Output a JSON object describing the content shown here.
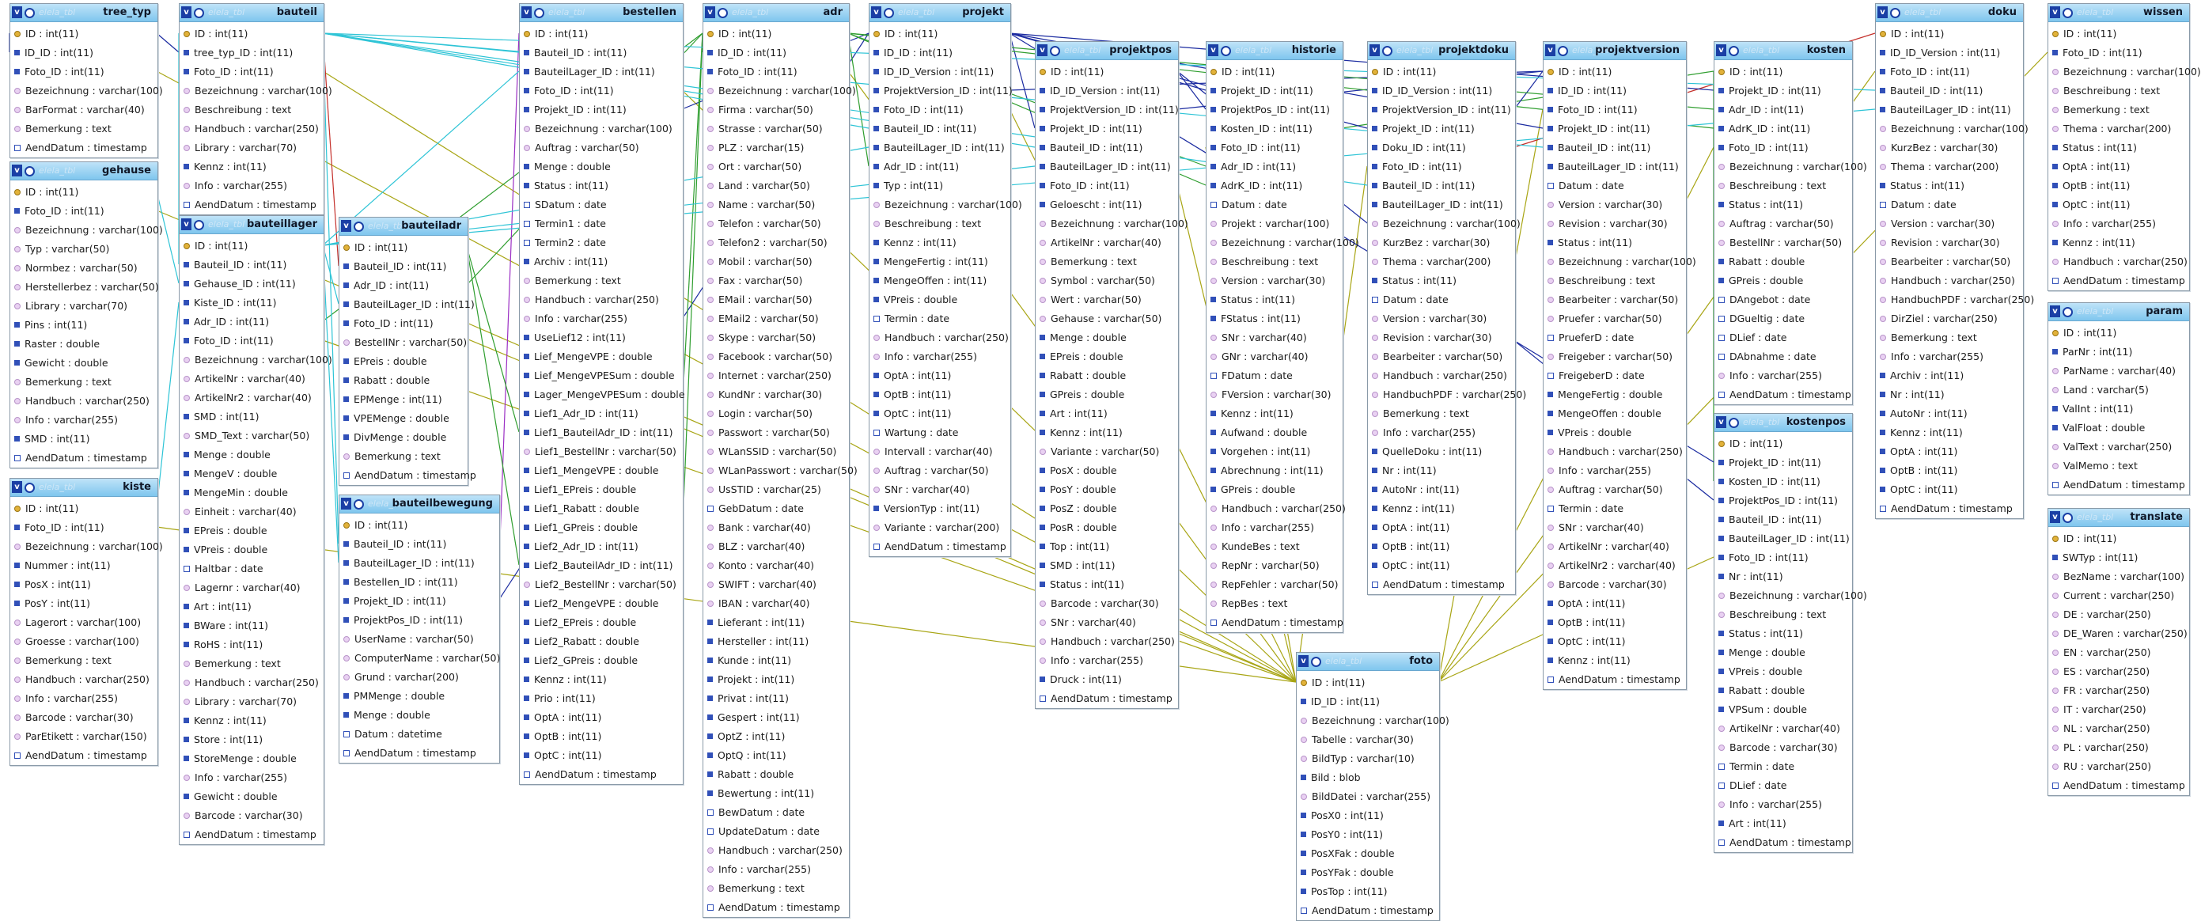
{
  "schema_prefix": "elela_tbl",
  "colors": {
    "header_top": "#bfe3f8",
    "header_bottom": "#7fc6ee",
    "int_marker": "#3150b8",
    "text_marker": "#e9d1f2",
    "pk_marker": "#e2b23a"
  },
  "tables": [
    {
      "name": "tree_typ",
      "rows": [
        "ID : int(11)",
        "ID_ID : int(11)",
        "Foto_ID : int(11)",
        "Bezeichnung : varchar(100)",
        "BarFormat : varchar(40)",
        "Bemerkung : text",
        "AendDatum : timestamp"
      ]
    },
    {
      "name": "gehause",
      "rows": [
        "ID : int(11)",
        "Foto_ID : int(11)",
        "Bezeichnung : varchar(100)",
        "Typ : varchar(50)",
        "Normbez : varchar(50)",
        "Herstellerbez : varchar(50)",
        "Library : varchar(70)",
        "Pins : int(11)",
        "Raster : double",
        "Gewicht : double",
        "Bemerkung : text",
        "Handbuch : varchar(250)",
        "Info : varchar(255)",
        "SMD : int(11)",
        "AendDatum : timestamp"
      ]
    },
    {
      "name": "kiste",
      "rows": [
        "ID : int(11)",
        "Foto_ID : int(11)",
        "Bezeichnung : varchar(100)",
        "Nummer : int(11)",
        "PosX : int(11)",
        "PosY : int(11)",
        "Lagerort : varchar(100)",
        "Groesse : varchar(100)",
        "Bemerkung : text",
        "Handbuch : varchar(250)",
        "Info : varchar(255)",
        "Barcode : varchar(30)",
        "ParEtikett : varchar(150)",
        "AendDatum : timestamp"
      ]
    },
    {
      "name": "bauteil",
      "rows": [
        "ID : int(11)",
        "tree_typ_ID : int(11)",
        "Foto_ID : int(11)",
        "Bezeichnung : varchar(100)",
        "Beschreibung : text",
        "Handbuch : varchar(250)",
        "Library : varchar(70)",
        "Kennz : int(11)",
        "Info : varchar(255)",
        "AendDatum : timestamp"
      ]
    },
    {
      "name": "bauteillager",
      "rows": [
        "ID : int(11)",
        "Bauteil_ID : int(11)",
        "Gehause_ID : int(11)",
        "Kiste_ID : int(11)",
        "Adr_ID : int(11)",
        "Foto_ID : int(11)",
        "Bezeichnung : varchar(100)",
        "ArtikelNr : varchar(40)",
        "ArtikelNr2 : varchar(40)",
        "SMD : int(11)",
        "SMD_Text : varchar(50)",
        "Menge : double",
        "MengeV : double",
        "MengeMin : double",
        "Einheit : varchar(40)",
        "EPreis : double",
        "VPreis : double",
        "Haltbar : date",
        "Lagernr : varchar(40)",
        "Art : int(11)",
        "BWare : int(11)",
        "RoHS : int(11)",
        "Bemerkung : text",
        "Handbuch : varchar(250)",
        "Library : varchar(70)",
        "Kennz : int(11)",
        "Store : int(11)",
        "StoreMenge : double",
        "Info : varchar(255)",
        "Gewicht : double",
        "Barcode : varchar(30)",
        "AendDatum : timestamp"
      ]
    },
    {
      "name": "bauteiladr",
      "rows": [
        "ID : int(11)",
        "Bauteil_ID : int(11)",
        "Adr_ID : int(11)",
        "BauteilLager_ID : int(11)",
        "Foto_ID : int(11)",
        "BestellNr : varchar(50)",
        "EPreis : double",
        "Rabatt : double",
        "EPMenge : int(11)",
        "VPEMenge : double",
        "DivMenge : double",
        "Bemerkung : text",
        "AendDatum : timestamp"
      ]
    },
    {
      "name": "bauteilbewegung",
      "rows": [
        "ID : int(11)",
        "Bauteil_ID : int(11)",
        "BauteilLager_ID : int(11)",
        "Bestellen_ID : int(11)",
        "Projekt_ID : int(11)",
        "ProjektPos_ID : int(11)",
        "UserName : varchar(50)",
        "ComputerName : varchar(50)",
        "Grund : varchar(200)",
        "PMMenge : double",
        "Menge : double",
        "Datum : datetime",
        "AendDatum : timestamp"
      ]
    },
    {
      "name": "bestellen",
      "rows": [
        "ID : int(11)",
        "Bauteil_ID : int(11)",
        "BauteilLager_ID : int(11)",
        "Foto_ID : int(11)",
        "Projekt_ID : int(11)",
        "Bezeichnung : varchar(100)",
        "Auftrag : varchar(50)",
        "Menge : double",
        "Status : int(11)",
        "SDatum : date",
        "Termin1 : date",
        "Termin2 : date",
        "Archiv : int(11)",
        "Bemerkung : text",
        "Handbuch : varchar(250)",
        "Info : varchar(255)",
        "UseLief12 : int(11)",
        "Lief_MengeVPE : double",
        "Lief_MengeVPESum : double",
        "Lager_MengeVPESum : double",
        "Lief1_Adr_ID : int(11)",
        "Lief1_BauteilAdr_ID : int(11)",
        "Lief1_BestellNr : varchar(50)",
        "Lief1_MengeVPE : double",
        "Lief1_EPreis : double",
        "Lief1_Rabatt : double",
        "Lief1_GPreis : double",
        "Lief2_Adr_ID : int(11)",
        "Lief2_BauteilAdr_ID : int(11)",
        "Lief2_BestellNr : varchar(50)",
        "Lief2_MengeVPE : double",
        "Lief2_EPreis : double",
        "Lief2_Rabatt : double",
        "Lief2_GPreis : double",
        "Kennz : int(11)",
        "Prio : int(11)",
        "OptA : int(11)",
        "OptB : int(11)",
        "OptC : int(11)",
        "AendDatum : timestamp"
      ]
    },
    {
      "name": "adr",
      "rows": [
        "ID : int(11)",
        "ID_ID : int(11)",
        "Foto_ID : int(11)",
        "Bezeichnung : varchar(100)",
        "Firma : varchar(50)",
        "Strasse : varchar(50)",
        "PLZ : varchar(15)",
        "Ort : varchar(50)",
        "Land : varchar(50)",
        "Name : varchar(50)",
        "Telefon : varchar(50)",
        "Telefon2 : varchar(50)",
        "Mobil : varchar(50)",
        "Fax : varchar(50)",
        "EMail : varchar(50)",
        "EMail2 : varchar(50)",
        "Skype : varchar(50)",
        "Facebook : varchar(50)",
        "Internet : varchar(250)",
        "KundNr : varchar(30)",
        "Login : varchar(50)",
        "Passwort : varchar(50)",
        "WLanSSID : varchar(50)",
        "WLanPasswort : varchar(50)",
        "UsSTID : varchar(25)",
        "GebDatum : date",
        "Bank : varchar(40)",
        "BLZ : varchar(40)",
        "Konto : varchar(40)",
        "SWIFT : varchar(40)",
        "IBAN : varchar(40)",
        "Lieferant : int(11)",
        "Hersteller : int(11)",
        "Kunde : int(11)",
        "Projekt : int(11)",
        "Privat : int(11)",
        "Gespert : int(11)",
        "OptZ : int(11)",
        "OptQ : int(11)",
        "Rabatt : double",
        "Bewertung : int(11)",
        "BewDatum : date",
        "UpdateDatum : date",
        "Handbuch : varchar(250)",
        "Info : varchar(255)",
        "Bemerkung : text",
        "AendDatum : timestamp"
      ]
    },
    {
      "name": "projekt",
      "rows": [
        "ID : int(11)",
        "ID_ID : int(11)",
        "ID_ID_Version : int(11)",
        "ProjektVersion_ID : int(11)",
        "Foto_ID : int(11)",
        "Bauteil_ID : int(11)",
        "BauteilLager_ID : int(11)",
        "Adr_ID : int(11)",
        "Typ : int(11)",
        "Bezeichnung : varchar(100)",
        "Beschreibung : text",
        "Kennz : int(11)",
        "MengeFertig : int(11)",
        "MengeOffen : int(11)",
        "VPreis : double",
        "Termin : date",
        "Handbuch : varchar(250)",
        "Info : varchar(255)",
        "OptA : int(11)",
        "OptB : int(11)",
        "OptC : int(11)",
        "Wartung : date",
        "Intervall : varchar(40)",
        "Auftrag : varchar(50)",
        "SNr : varchar(40)",
        "VersionTyp : int(11)",
        "Variante : varchar(200)",
        "AendDatum : timestamp"
      ]
    },
    {
      "name": "projektpos",
      "rows": [
        "ID : int(11)",
        "ID_ID_Version : int(11)",
        "ProjektVersion_ID : int(11)",
        "Projekt_ID : int(11)",
        "Bauteil_ID : int(11)",
        "BauteilLager_ID : int(11)",
        "Foto_ID : int(11)",
        "Geloescht : int(11)",
        "Bezeichnung : varchar(100)",
        "ArtikelNr : varchar(40)",
        "Bemerkung : text",
        "Symbol : varchar(50)",
        "Wert : varchar(50)",
        "Gehause : varchar(50)",
        "Menge : double",
        "EPreis : double",
        "Rabatt : double",
        "GPreis : double",
        "Art : int(11)",
        "Kennz : int(11)",
        "Variante : varchar(50)",
        "PosX : double",
        "PosY : double",
        "PosZ : double",
        "PosR : double",
        "Top : int(11)",
        "SMD : int(11)",
        "Status : int(11)",
        "Barcode : varchar(30)",
        "SNr : varchar(40)",
        "Handbuch : varchar(250)",
        "Info : varchar(255)",
        "Druck : int(11)",
        "AendDatum : timestamp"
      ]
    },
    {
      "name": "historie",
      "rows": [
        "ID : int(11)",
        "Projekt_ID : int(11)",
        "ProjektPos_ID : int(11)",
        "Kosten_ID : int(11)",
        "Foto_ID : int(11)",
        "Adr_ID : int(11)",
        "AdrK_ID : int(11)",
        "Datum : date",
        "Projekt : varchar(100)",
        "Bezeichnung : varchar(100)",
        "Beschreibung : text",
        "Version : varchar(30)",
        "Status : int(11)",
        "FStatus : int(11)",
        "SNr : varchar(40)",
        "GNr : varchar(40)",
        "FDatum : date",
        "FVersion : varchar(30)",
        "Kennz : int(11)",
        "Aufwand : double",
        "Vorgehen : int(11)",
        "Abrechnung : int(11)",
        "GPreis : double",
        "Handbuch : varchar(250)",
        "Info : varchar(255)",
        "KundeBes : text",
        "RepNr : varchar(50)",
        "RepFehler : varchar(50)",
        "RepBes : text",
        "AendDatum : timestamp"
      ]
    },
    {
      "name": "projektdoku",
      "rows": [
        "ID : int(11)",
        "ID_ID_Version : int(11)",
        "ProjektVersion_ID : int(11)",
        "Projekt_ID : int(11)",
        "Doku_ID : int(11)",
        "Foto_ID : int(11)",
        "Bauteil_ID : int(11)",
        "BauteilLager_ID : int(11)",
        "Bezeichnung : varchar(100)",
        "KurzBez : varchar(30)",
        "Thema : varchar(200)",
        "Status : int(11)",
        "Datum : date",
        "Version : varchar(30)",
        "Revision : varchar(30)",
        "Bearbeiter : varchar(50)",
        "Handbuch : varchar(250)",
        "HandbuchPDF : varchar(250)",
        "Bemerkung : text",
        "Info : varchar(255)",
        "QuelleDoku : int(11)",
        "Nr : int(11)",
        "AutoNr : int(11)",
        "Kennz : int(11)",
        "OptA : int(11)",
        "OptB : int(11)",
        "OptC : int(11)",
        "AendDatum : timestamp"
      ]
    },
    {
      "name": "projektversion",
      "rows": [
        "ID : int(11)",
        "ID_ID : int(11)",
        "Foto_ID : int(11)",
        "Projekt_ID : int(11)",
        "Bauteil_ID : int(11)",
        "BauteilLager_ID : int(11)",
        "Datum : date",
        "Version : varchar(30)",
        "Revision : varchar(30)",
        "Status : int(11)",
        "Bezeichnung : varchar(100)",
        "Beschreibung : text",
        "Bearbeiter : varchar(50)",
        "Pruefer : varchar(50)",
        "PrueferD : date",
        "Freigeber : varchar(50)",
        "FreigeberD : date",
        "MengeFertig : double",
        "MengeOffen : double",
        "VPreis : double",
        "Handbuch : varchar(250)",
        "Info : varchar(255)",
        "Auftrag : varchar(50)",
        "Termin : date",
        "SNr : varchar(40)",
        "ArtikelNr : varchar(40)",
        "ArtikelNr2 : varchar(40)",
        "Barcode : varchar(30)",
        "OptA : int(11)",
        "OptB : int(11)",
        "OptC : int(11)",
        "Kennz : int(11)",
        "AendDatum : timestamp"
      ]
    },
    {
      "name": "kosten",
      "rows": [
        "ID : int(11)",
        "Projekt_ID : int(11)",
        "Adr_ID : int(11)",
        "AdrK_ID : int(11)",
        "Foto_ID : int(11)",
        "Bezeichnung : varchar(100)",
        "Beschreibung : text",
        "Status : int(11)",
        "Auftrag : varchar(50)",
        "BestellNr : varchar(50)",
        "Rabatt : double",
        "GPreis : double",
        "DAngebot : date",
        "DGueltig : date",
        "DLief : date",
        "DAbnahme : date",
        "Info : varchar(255)",
        "AendDatum : timestamp"
      ]
    },
    {
      "name": "kostenpos",
      "rows": [
        "ID : int(11)",
        "Projekt_ID : int(11)",
        "Kosten_ID : int(11)",
        "ProjektPos_ID : int(11)",
        "Bauteil_ID : int(11)",
        "BauteilLager_ID : int(11)",
        "Foto_ID : int(11)",
        "Nr : int(11)",
        "Bezeichnung : varchar(100)",
        "Beschreibung : text",
        "Status : int(11)",
        "Menge : double",
        "VPreis : double",
        "Rabatt : double",
        "VPSum : double",
        "ArtikelNr : varchar(40)",
        "Barcode : varchar(30)",
        "Termin : date",
        "DLief : date",
        "Info : varchar(255)",
        "Art : int(11)",
        "AendDatum : timestamp"
      ]
    },
    {
      "name": "doku",
      "rows": [
        "ID : int(11)",
        "ID_ID_Version : int(11)",
        "Foto_ID : int(11)",
        "Bauteil_ID : int(11)",
        "BauteilLager_ID : int(11)",
        "Bezeichnung : varchar(100)",
        "KurzBez : varchar(30)",
        "Thema : varchar(200)",
        "Status : int(11)",
        "Datum : date",
        "Version : varchar(30)",
        "Revision : varchar(30)",
        "Bearbeiter : varchar(50)",
        "Handbuch : varchar(250)",
        "HandbuchPDF : varchar(250)",
        "DirZiel : varchar(250)",
        "Bemerkung : text",
        "Info : varchar(255)",
        "Archiv : int(11)",
        "Nr : int(11)",
        "AutoNr : int(11)",
        "Kennz : int(11)",
        "OptA : int(11)",
        "OptB : int(11)",
        "OptC : int(11)",
        "AendDatum : timestamp"
      ]
    },
    {
      "name": "wissen",
      "rows": [
        "ID : int(11)",
        "Foto_ID : int(11)",
        "Bezeichnung : varchar(100)",
        "Beschreibung : text",
        "Bemerkung : text",
        "Thema : varchar(200)",
        "Status : int(11)",
        "OptA : int(11)",
        "OptB : int(11)",
        "OptC : int(11)",
        "Info : varchar(255)",
        "Kennz : int(11)",
        "Handbuch : varchar(250)",
        "AendDatum : timestamp"
      ]
    },
    {
      "name": "param",
      "rows": [
        "ID : int(11)",
        "ParNr : int(11)",
        "ParName : varchar(40)",
        "Land : varchar(5)",
        "ValInt : int(11)",
        "ValFloat : double",
        "ValText : varchar(250)",
        "ValMemo : text",
        "AendDatum : timestamp"
      ]
    },
    {
      "name": "translate",
      "rows": [
        "ID : int(11)",
        "SWTyp : int(11)",
        "BezName : varchar(100)",
        "Current : varchar(250)",
        "DE : varchar(250)",
        "DE_Waren : varchar(250)",
        "EN : varchar(250)",
        "ES : varchar(250)",
        "FR : varchar(250)",
        "IT : varchar(250)",
        "NL : varchar(250)",
        "PL : varchar(250)",
        "RU : varchar(250)",
        "AendDatum : timestamp"
      ]
    },
    {
      "name": "foto",
      "rows": [
        "ID : int(11)",
        "ID_ID : int(11)",
        "Bezeichnung : varchar(100)",
        "Tabelle : varchar(30)",
        "BildTyp : varchar(10)",
        "Bild : blob",
        "BildDatei : varchar(255)",
        "PosX0 : int(11)",
        "PosY0 : int(11)",
        "PosXFak : double",
        "PosYFak : double",
        "PosTop : int(11)",
        "AendDatum : timestamp"
      ]
    }
  ]
}
